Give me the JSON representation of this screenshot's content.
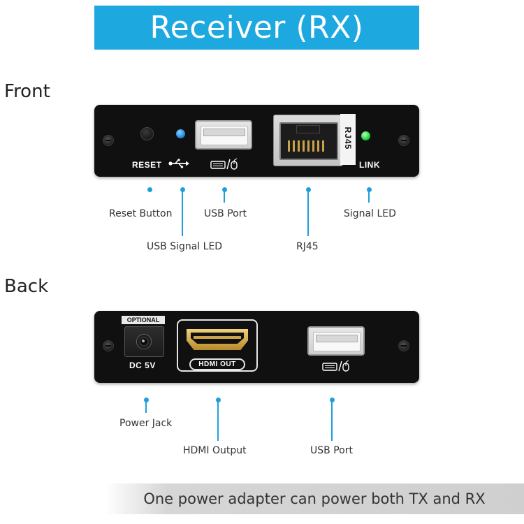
{
  "banner": {
    "title": "Receiver (RX)",
    "color": "#1ea8e0"
  },
  "front": {
    "heading": "Front",
    "panel_labels": {
      "reset": "RESET",
      "rj45": "RJ45",
      "link": "LINK"
    },
    "callouts": {
      "reset_button": "Reset Button",
      "usb_signal_led": "USB Signal LED",
      "usb_port": "USB Port",
      "rj45": "RJ45",
      "signal_led": "Signal LED"
    },
    "colors": {
      "usb_led": "#1f8fe0",
      "link_led": "#22d43a"
    }
  },
  "back": {
    "heading": "Back",
    "panel_labels": {
      "optional": "OPTIONAL",
      "dc": "DC 5V",
      "hdmi_out": "HDMI OUT"
    },
    "callouts": {
      "power_jack": "Power Jack",
      "hdmi_output": "HDMI Output",
      "usb_port": "USB Port"
    }
  },
  "footer": {
    "note": "One power adapter can power both TX and RX"
  },
  "colors": {
    "callout": "#1e9fdc",
    "panel": "#101010"
  }
}
